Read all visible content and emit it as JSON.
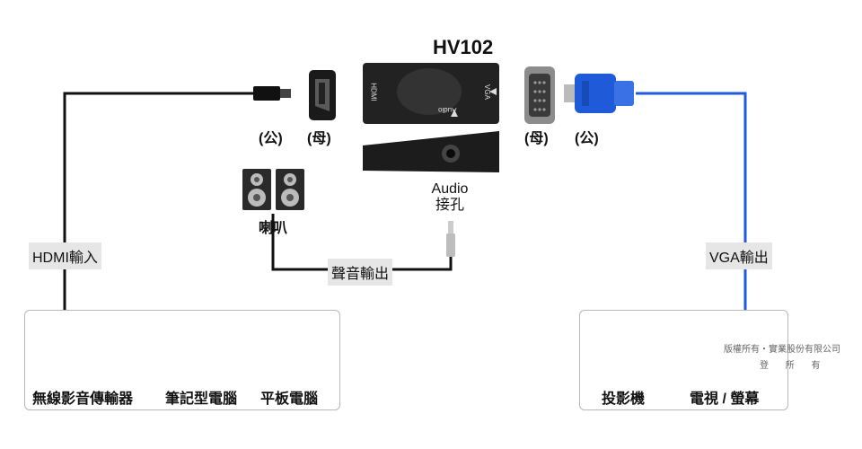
{
  "title": "HV102",
  "hdmi_plug_male": "(公)",
  "hdmi_port_female": "(母)",
  "vga_port_female": "(母)",
  "vga_plug_male": "(公)",
  "device": {
    "hdmi_text": "HDMI",
    "vga_text": "VGA",
    "audio_text": "Audio"
  },
  "audio_jack": {
    "line1": "Audio",
    "line2": "接孔"
  },
  "speaker_label": "喇叭",
  "audio_out_label": "聲音輸出",
  "hdmi_in_label": "HDMI輸入",
  "vga_out_label": "VGA輸出",
  "sources": [
    "無線影音傳輸器",
    "筆記型電腦",
    "平板電腦"
  ],
  "outputs": [
    "投影機",
    "電視 / 螢幕"
  ],
  "watermark": {
    "line1": "版權所有・實業股份有限公司",
    "line2": "登   所   有"
  },
  "colors": {
    "hdmi_cable": "#111111",
    "vga_cable": "#1f5bd8",
    "audio_cable": "#111111"
  }
}
